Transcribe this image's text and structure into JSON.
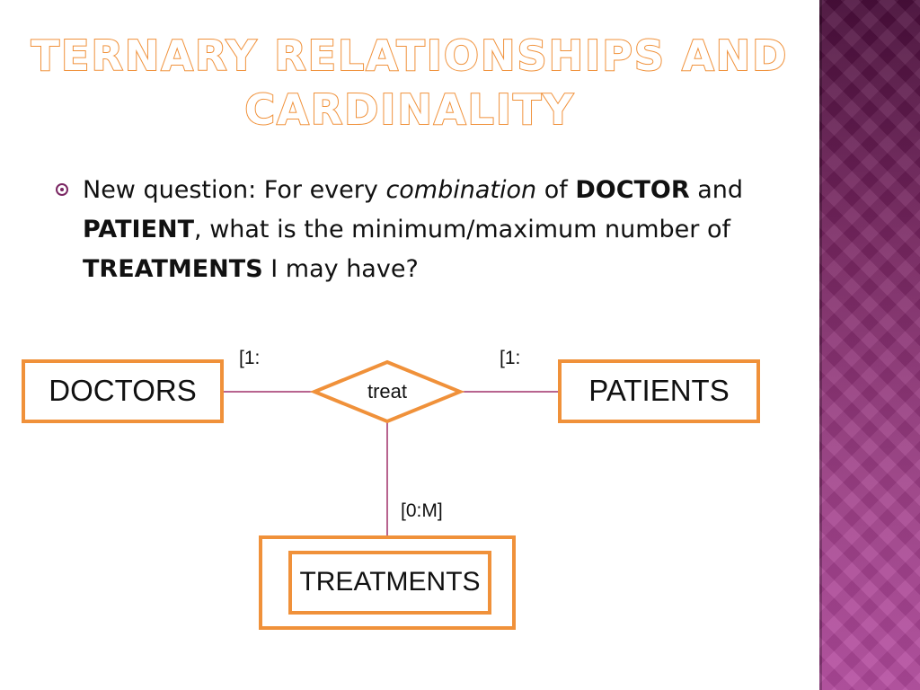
{
  "title": {
    "lines": [
      "TERNARY RELATIONSHIPS AND",
      "CARDINALITY"
    ]
  },
  "bullet": {
    "runs": [
      {
        "text": "New question:  For every ",
        "style": "normal"
      },
      {
        "text": "combination",
        "style": "italic"
      },
      {
        "text": " of ",
        "style": "normal"
      },
      {
        "text": "DOCTOR",
        "style": "bold"
      },
      {
        "text": " and ",
        "style": "normal"
      },
      {
        "text": "PATIENT",
        "style": "bold"
      },
      {
        "text": ", what is the minimum/maximum number of ",
        "style": "normal"
      },
      {
        "text": "TREATMENTS",
        "style": "bold"
      },
      {
        "text": " I may have?",
        "style": "normal"
      }
    ]
  },
  "diagram": {
    "entities": {
      "doctors": "DOCTORS",
      "patients": "PATIENTS",
      "treatments": "TREATMENTS"
    },
    "relationship": "treat",
    "cardinalities": {
      "doctors": "[1:",
      "patients": "[1:",
      "treatments": "[0:M]"
    }
  },
  "colors": {
    "title_outline": "#f0913a",
    "entity_border": "#f0913a",
    "connector": "#a0306a",
    "bullet": "#7a2763",
    "side_band_top": "#4b0f3c",
    "side_band_bottom": "#b44b9f"
  }
}
